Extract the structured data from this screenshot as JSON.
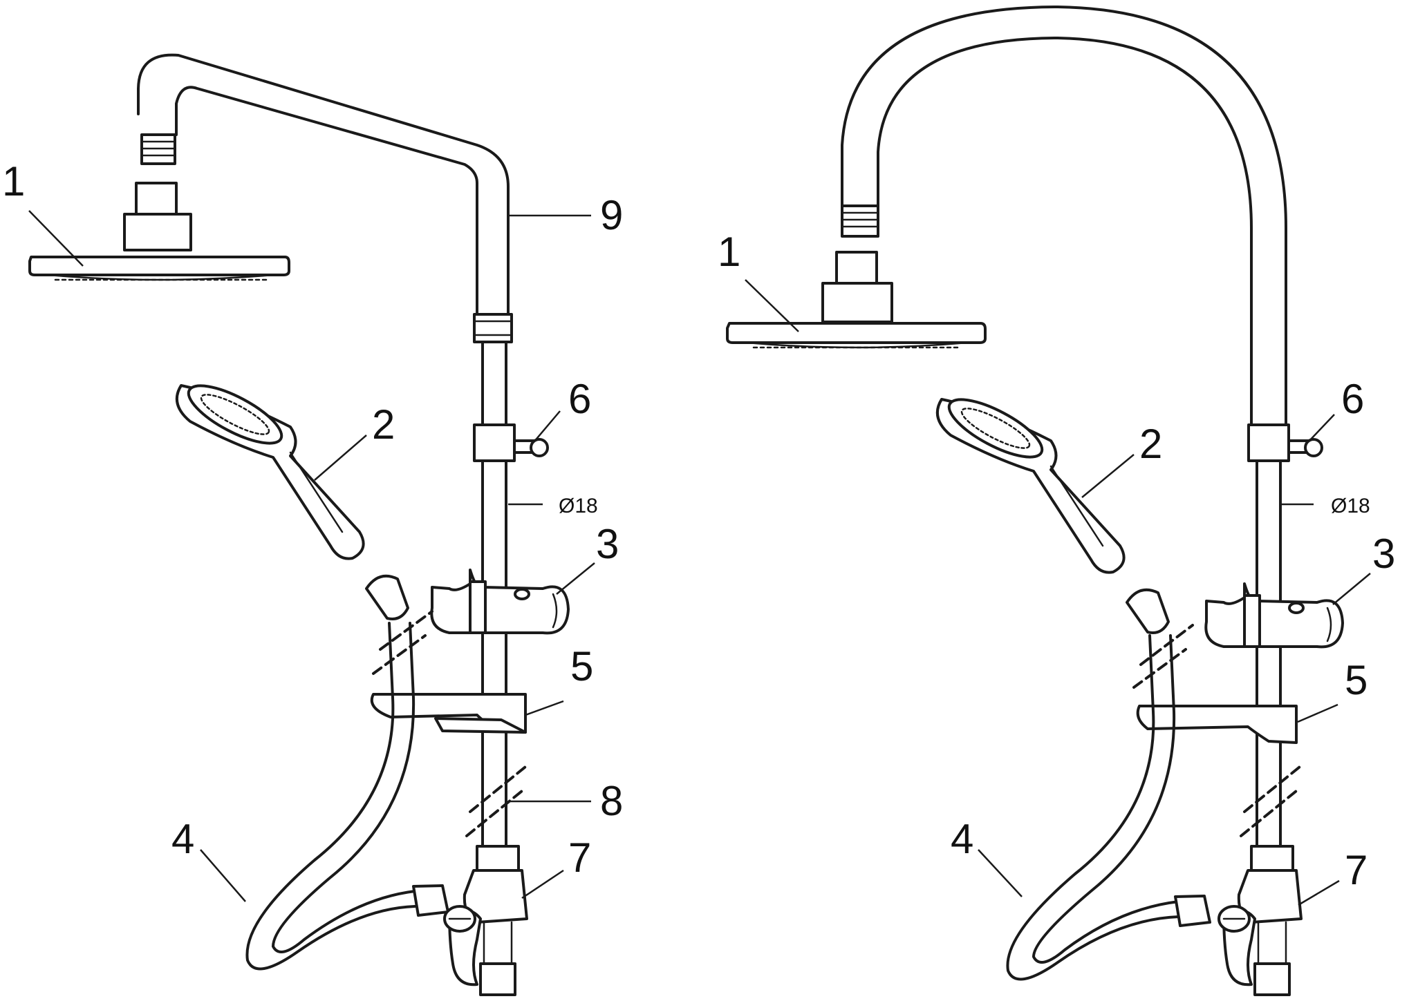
{
  "diagram": {
    "colors": {
      "line": "#1a1a1a",
      "background": "#ffffff"
    },
    "left_assembly": {
      "callouts": {
        "head": "1",
        "hand": "2",
        "slider": "3",
        "hose": "4",
        "shelf": "5",
        "screw": "6",
        "diverter": "7",
        "rail": "8",
        "arm": "9"
      },
      "diameter": "Ø18"
    },
    "right_assembly": {
      "callouts": {
        "head": "1",
        "hand": "2",
        "slider": "3",
        "hose": "4",
        "shelf": "5",
        "screw": "6",
        "diverter": "7"
      },
      "diameter": "Ø18"
    }
  }
}
